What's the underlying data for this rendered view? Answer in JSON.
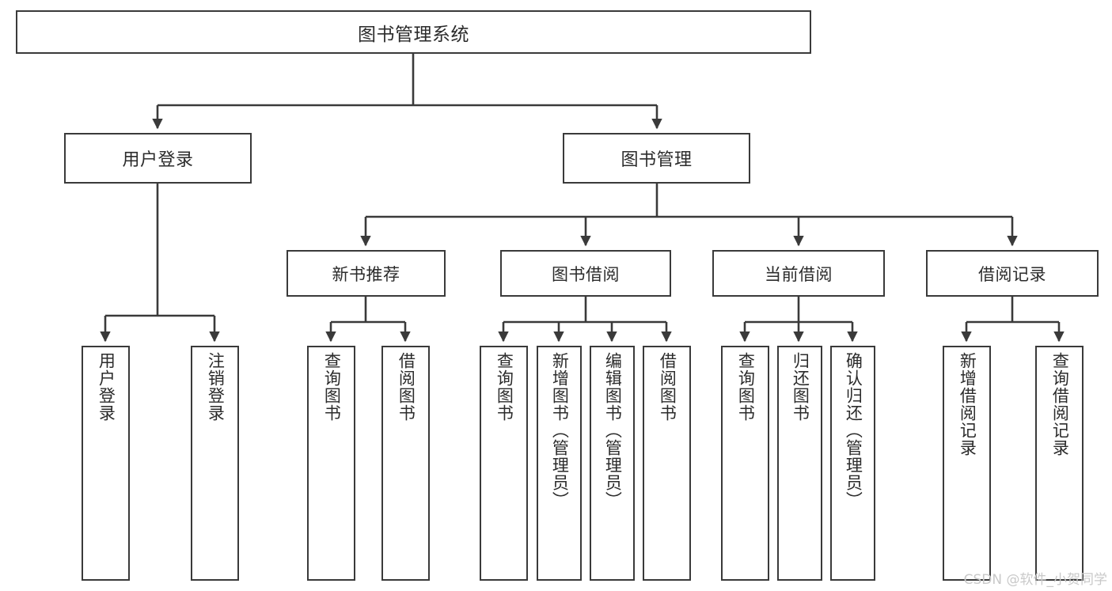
{
  "diagram": {
    "title": "图书管理系统",
    "type": "tree-hierarchy-chart",
    "root": {
      "id": "root",
      "label": "图书管理系统"
    },
    "level2": [
      {
        "id": "user-login",
        "label": "用户登录"
      },
      {
        "id": "book-manage",
        "label": "图书管理"
      }
    ],
    "level3": [
      {
        "id": "new-book-rec",
        "label": "新书推荐",
        "parent": "book-manage"
      },
      {
        "id": "book-borrow",
        "label": "图书借阅",
        "parent": "book-manage"
      },
      {
        "id": "current-borrow",
        "label": "当前借阅",
        "parent": "book-manage"
      },
      {
        "id": "borrow-record",
        "label": "借阅记录",
        "parent": "book-manage"
      }
    ],
    "leaves": [
      {
        "id": "leaf-user-login",
        "label": "用户登录",
        "parent": "user-login"
      },
      {
        "id": "leaf-user-logout",
        "label": "注销登录",
        "parent": "user-login"
      },
      {
        "id": "leaf-query-book-1",
        "label": "查询图书",
        "parent": "new-book-rec"
      },
      {
        "id": "leaf-borrow-book-1",
        "label": "借阅图书",
        "parent": "new-book-rec"
      },
      {
        "id": "leaf-query-book-2",
        "label": "查询图书",
        "parent": "book-borrow"
      },
      {
        "id": "leaf-add-book",
        "label": "新增图书（管理员）",
        "parent": "book-borrow"
      },
      {
        "id": "leaf-edit-book",
        "label": "编辑图书（管理员）",
        "parent": "book-borrow"
      },
      {
        "id": "leaf-borrow-book-2",
        "label": "借阅图书",
        "parent": "book-borrow"
      },
      {
        "id": "leaf-query-book-3",
        "label": "查询图书",
        "parent": "current-borrow"
      },
      {
        "id": "leaf-return-book",
        "label": "归还图书",
        "parent": "current-borrow"
      },
      {
        "id": "leaf-confirm-return",
        "label": "确认归还（管理员）",
        "parent": "current-borrow"
      },
      {
        "id": "leaf-add-record",
        "label": "新增借阅记录",
        "parent": "borrow-record"
      },
      {
        "id": "leaf-query-record",
        "label": "查询借阅记录",
        "parent": "borrow-record"
      }
    ]
  },
  "watermark": {
    "text": "CSDN @软件_小贺同学"
  },
  "colors": {
    "border": "#3a3a3a",
    "text": "#2b2b2b",
    "background": "#ffffff",
    "watermark": "#c9c9c9"
  }
}
